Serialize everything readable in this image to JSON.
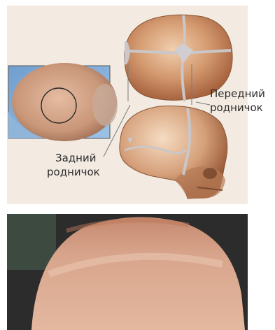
{
  "labels": {
    "anterior_line1": "Передний",
    "anterior_line2": "родничок",
    "posterior_line1": "Задний",
    "posterior_line2": "родничок"
  },
  "colors": {
    "panel_background": "#f3ebe2",
    "bone": "#d6a07a",
    "suture": "#c9c7c9",
    "photo_skin": "#cf9a7e",
    "photo_dark": "#2c2c2c"
  }
}
